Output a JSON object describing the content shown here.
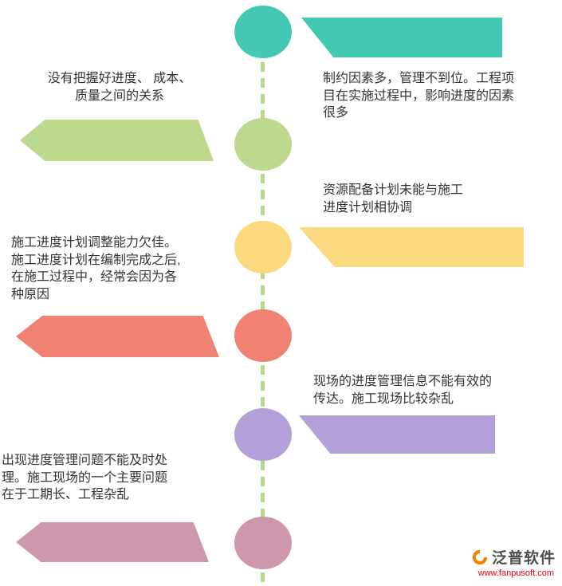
{
  "timeline": {
    "line_color": "#b5d98a",
    "nodes": [
      {
        "id": "node-1",
        "color": "#45c8b2",
        "banner_side": "right"
      },
      {
        "id": "node-2",
        "color": "#bcd98d",
        "banner_side": "left"
      },
      {
        "id": "node-3",
        "color": "#fbd97f",
        "banner_side": "right"
      },
      {
        "id": "node-4",
        "color": "#ef8272",
        "banner_side": "left"
      },
      {
        "id": "node-5",
        "color": "#b4a0d8",
        "banner_side": "right"
      },
      {
        "id": "node-6",
        "color": "#cf97ad",
        "banner_side": "left"
      }
    ]
  },
  "notes": [
    {
      "side": "left",
      "text": "没有把握好进度、 成本、\n质量之间的关系"
    },
    {
      "side": "right",
      "text": "制约因素多，管理不到位。工程项\n目在实施过程中，影响进度的因素\n很多"
    },
    {
      "side": "right",
      "text": "资源配备计划未能与施工\n进度计划相协调"
    },
    {
      "side": "left",
      "text": "施工进度计划调整能力欠佳。\n施工进度计划在编制完成之后,\n在施工过程中，经常会因为各\n种原因"
    },
    {
      "side": "right",
      "text": "现场的进度管理信息不能有效的\n传达。施工现场比较杂乱"
    },
    {
      "side": "left",
      "text": "出现进度管理问题不能及时处\n理。施工现场的一个主要问题\n在于工期长、工程杂乱"
    }
  ],
  "logo": {
    "name": "泛普软件",
    "url": "www.fanpusoft.com",
    "icon": "fanpu-swirl-icon",
    "name_color": "#4d4d4d",
    "url_color": "#e60012",
    "icon_color": "#f08300"
  }
}
